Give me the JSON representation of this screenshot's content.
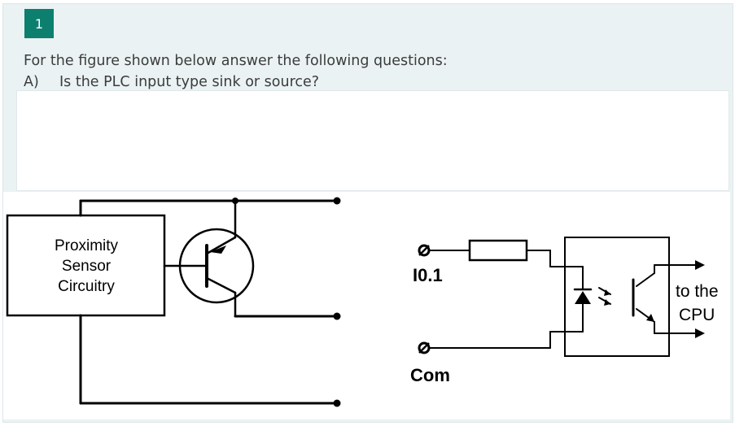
{
  "question": {
    "number": "1",
    "intro": "For the figure shown below answer the following questions:",
    "part_label": "A)",
    "part_text": "Is the PLC input type sink or source?"
  },
  "answer_box": {
    "value": ""
  },
  "figure": {
    "sensor_lines": [
      "Proximity",
      "Sensor",
      "Circuitry"
    ],
    "input_label": "I0.1",
    "com_label": "Com",
    "cpu_lines": [
      "to the",
      "CPU"
    ]
  },
  "colors": {
    "accent": "#0d7f6f",
    "card_bg": "#eaf2f3",
    "text": "#3c3c3c"
  }
}
